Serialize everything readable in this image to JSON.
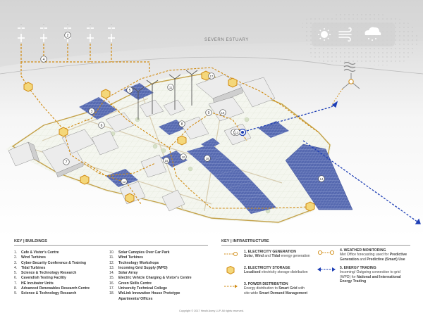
{
  "map": {
    "estuary_label": "SEVERN ESTUARY",
    "plot_markers": [
      "1",
      "2",
      "3",
      "4",
      "5",
      "6",
      "7",
      "8",
      "9",
      "10",
      "11",
      "12",
      "13",
      "14",
      "15",
      "16",
      "17",
      "18"
    ],
    "colors": {
      "power": "#d08a10",
      "trading": "#1e3fb5",
      "solar": "#4a5da8",
      "boundary": "#c4a24a",
      "ground": "#f4f6ef"
    },
    "weather_icons": [
      "sun-icon",
      "wind-icon",
      "rain-cloud-icon"
    ]
  },
  "buildings_key": {
    "heading": "KEY | BUILDINGS",
    "col1": [
      {
        "num": "1.",
        "label": "Cafe & Vistor's Centre"
      },
      {
        "num": "2.",
        "label": "Wind Turbines"
      },
      {
        "num": "3.",
        "label": "Cyber-Security Conference & Training"
      },
      {
        "num": "4.",
        "label": "Tidal Turbines"
      },
      {
        "num": "5.",
        "label": "Science & Technology Research"
      },
      {
        "num": "6.",
        "label": "Cavendish Testing Facility"
      },
      {
        "num": "7.",
        "label": "HE Incubator Units"
      },
      {
        "num": "8.",
        "label": "Advanced Renewables Research Centre"
      },
      {
        "num": "9.",
        "label": "Science & Technology Research"
      }
    ],
    "col2": [
      {
        "num": "10.",
        "label": "Solar Canopies Over Car Park"
      },
      {
        "num": "11.",
        "label": "Wind Turbines"
      },
      {
        "num": "12.",
        "label": "Technology Workshops"
      },
      {
        "num": "13.",
        "label": "Incoming Grid Supply (WPD)"
      },
      {
        "num": "14.",
        "label": "Solar Array"
      },
      {
        "num": "15.",
        "label": "Electric Vehicle Charging & Vistor's Centre"
      },
      {
        "num": "16.",
        "label": "Green Skills Centre"
      },
      {
        "num": "17.",
        "label": "University Technical College"
      },
      {
        "num": "18.",
        "label": "WeLink Innovation House Prototype"
      },
      {
        "num": "",
        "label": "Apartments/ Offices"
      }
    ]
  },
  "infrastructure_key": {
    "heading": "KEY | INFRASTRUCTURE",
    "generation": {
      "title": "1. ELECTRICITY GENERATION",
      "s1": "Solar",
      "t1": ", ",
      "s2": "Wind",
      "t2": " and ",
      "s3": "Tidal",
      "t3": " energy generation"
    },
    "storage": {
      "title": "2. ELECTRICITY STORAGE",
      "s1": "Localised",
      "t1": " electricity storage distribution"
    },
    "distribution": {
      "title": "3. POWER DISTRIBUTION",
      "t1": "Energy distribution to ",
      "s1": "Smart Grid",
      "t2": " with",
      "t3": "site-wide ",
      "s2": "Smart Demand Management"
    },
    "weather": {
      "title": "4. WEATHER MONITORING",
      "t1": "Met Office forecasting used for ",
      "s1": "Predictive",
      "s2": "Generation",
      "t2": " and ",
      "s3": "Predictive (Smart) Use"
    },
    "trading": {
      "title": "5. ENERGY TRADING",
      "t1": "Incoming/ Outgoing connection to grid",
      "t2": "(WPD) for ",
      "s1": "National and International",
      "s2": "Energy Trading"
    }
  },
  "copyright": "Copyright © 2017 Heath Avery LLP. All rights reserved."
}
